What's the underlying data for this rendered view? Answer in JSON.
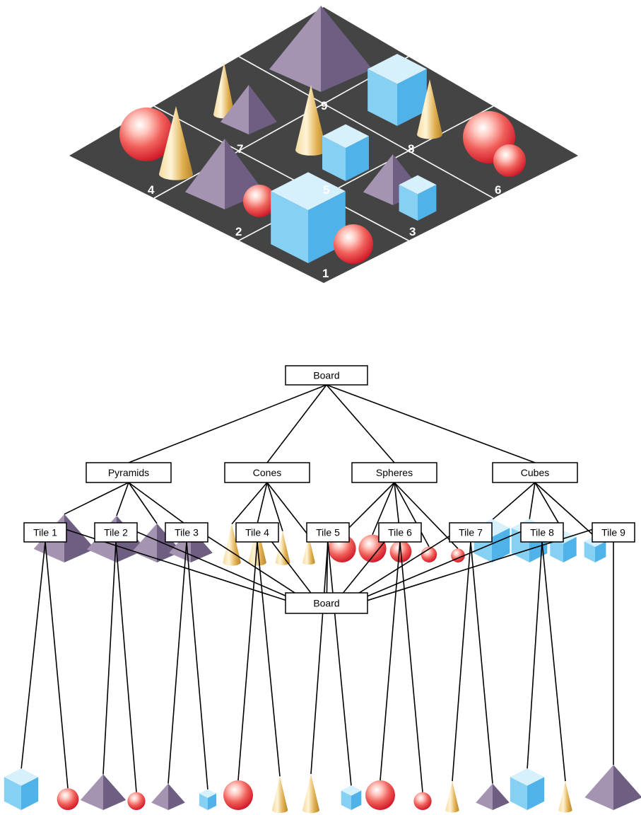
{
  "board": {
    "tile_numbers": [
      "1",
      "2",
      "3",
      "4",
      "5",
      "6",
      "7",
      "8",
      "9"
    ],
    "colors": {
      "board": "#444444",
      "grid_lines": "#ffffff",
      "pyramid": "#8e7c9c",
      "cone": "#e8c060",
      "sphere": "#e83838",
      "cube": "#7ecdf2"
    }
  },
  "tree_by_type": {
    "root": "Board",
    "groups": [
      {
        "label": "Pyramids",
        "shape": "pyramid",
        "items": 4
      },
      {
        "label": "Cones",
        "shape": "cone",
        "items": 4
      },
      {
        "label": "Spheres",
        "shape": "sphere",
        "items": 5
      },
      {
        "label": "Cubes",
        "shape": "cube",
        "items": 4
      }
    ]
  },
  "tree_by_tile": {
    "root": "Board",
    "tiles": [
      {
        "label": "Tile 1",
        "contents": [
          "cube",
          "sphere"
        ]
      },
      {
        "label": "Tile 2",
        "contents": [
          "pyramid",
          "sphere"
        ]
      },
      {
        "label": "Tile 3",
        "contents": [
          "pyramid",
          "cube"
        ]
      },
      {
        "label": "Tile 4",
        "contents": [
          "sphere",
          "cone"
        ]
      },
      {
        "label": "Tile 5",
        "contents": [
          "cone",
          "cube"
        ]
      },
      {
        "label": "Tile 6",
        "contents": [
          "sphere",
          "sphere"
        ]
      },
      {
        "label": "Tile 7",
        "contents": [
          "cone",
          "pyramid"
        ]
      },
      {
        "label": "Tile 8",
        "contents": [
          "cube",
          "cone"
        ]
      },
      {
        "label": "Tile 9",
        "contents": [
          "pyramid"
        ]
      }
    ]
  }
}
